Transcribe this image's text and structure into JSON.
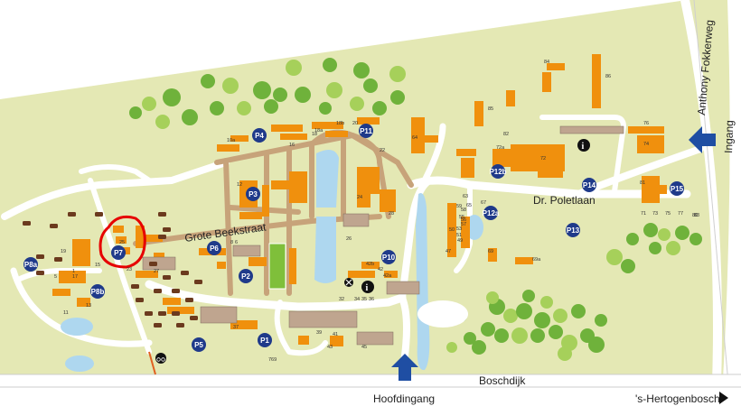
{
  "colors": {
    "grass": "#e4e8b4",
    "road": "#ffffff",
    "path": "#c7a37a",
    "building": "#f0900d",
    "tree": "#6fb23b",
    "tree_light": "#a6d05a",
    "water": "#aed7ef",
    "parking": "#1f3a8a",
    "arrow": "#1f4ea3",
    "highlight": "#e60000"
  },
  "streets": {
    "grote_beekstraat": "Grote Beekstraat",
    "dr_poletlaan": "Dr. Poletlaan",
    "boschdijk": "Boschdijk",
    "anthony_fokkerweg": "Anthony Fokkerweg"
  },
  "entrances": {
    "main": "Hoofdingang",
    "side": "Ingang"
  },
  "direction": {
    "label": "'s-Hertogenbosch",
    "icon": "triangle-right-icon"
  },
  "parkings": [
    {
      "id": "P1",
      "label": "P1"
    },
    {
      "id": "P2",
      "label": "P2"
    },
    {
      "id": "P3",
      "label": "P3"
    },
    {
      "id": "P4",
      "label": "P4"
    },
    {
      "id": "P5",
      "label": "P5"
    },
    {
      "id": "P6",
      "label": "P6"
    },
    {
      "id": "P7",
      "label": "P7"
    },
    {
      "id": "P8a",
      "label": "P8a"
    },
    {
      "id": "P8b",
      "label": "P8b"
    },
    {
      "id": "P10",
      "label": "P10"
    },
    {
      "id": "P11",
      "label": "P11"
    },
    {
      "id": "P12a",
      "label": "P12a"
    },
    {
      "id": "P12b",
      "label": "P12b"
    },
    {
      "id": "P13",
      "label": "P13"
    },
    {
      "id": "P14",
      "label": "P14"
    },
    {
      "id": "P15",
      "label": "P15"
    }
  ],
  "building_numbers": [
    "1",
    "5",
    "6",
    "8",
    "11",
    "12",
    "13",
    "15",
    "16",
    "17",
    "18",
    "18a",
    "18b",
    "19",
    "20",
    "22",
    "23",
    "24",
    "25",
    "26",
    "27",
    "28",
    "32",
    "34",
    "35",
    "36",
    "37",
    "39",
    "41",
    "42",
    "42a",
    "42b",
    "43",
    "45",
    "47",
    "49",
    "50",
    "51",
    "53",
    "55",
    "56",
    "57",
    "58",
    "59",
    "63",
    "64",
    "65",
    "67",
    "69",
    "69a",
    "71",
    "72",
    "72a",
    "73",
    "74",
    "75",
    "76",
    "77",
    "80",
    "81",
    "82",
    "83",
    "84",
    "85",
    "86",
    "10a",
    "769"
  ],
  "icons": {
    "info": "info-icon",
    "restaurant": "restaurant-icon",
    "bike": "bicycle-icon",
    "arrow": "arrow-up-icon",
    "highlight": "highlight-circle"
  }
}
